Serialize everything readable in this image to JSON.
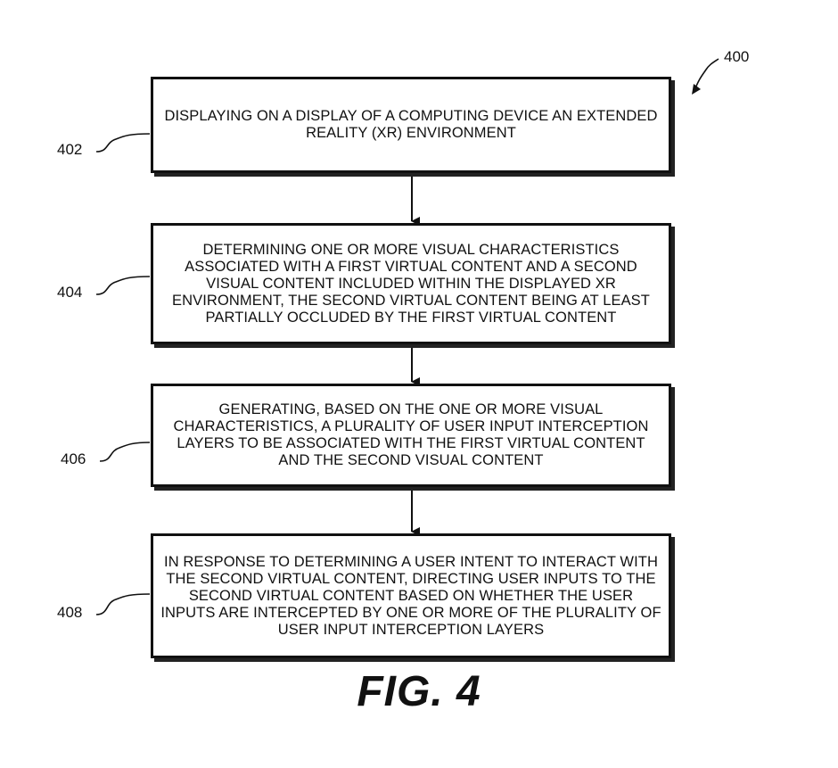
{
  "figure": {
    "reference": "400",
    "label": "FIG. 4"
  },
  "steps": [
    {
      "ref": "402",
      "text": "DISPLAYING ON A DISPLAY OF A COMPUTING DEVICE AN EXTENDED REALITY (XR) ENVIRONMENT"
    },
    {
      "ref": "404",
      "text": "DETERMINING ONE OR MORE VISUAL CHARACTERISTICS ASSOCIATED WITH A FIRST VIRTUAL CONTENT AND A SECOND VISUAL CONTENT INCLUDED WITHIN THE DISPLAYED XR ENVIRONMENT, THE SECOND VIRTUAL CONTENT BEING AT LEAST PARTIALLY OCCLUDED BY THE FIRST VIRTUAL CONTENT"
    },
    {
      "ref": "406",
      "text": "GENERATING, BASED ON THE ONE OR MORE VISUAL CHARACTERISTICS, A PLURALITY OF USER INPUT INTERCEPTION LAYERS TO BE ASSOCIATED WITH THE FIRST VIRTUAL CONTENT AND THE SECOND VISUAL CONTENT"
    },
    {
      "ref": "408",
      "text": "IN RESPONSE TO DETERMINING A USER INTENT TO INTERACT WITH THE SECOND VIRTUAL CONTENT, DIRECTING USER INPUTS TO THE SECOND VIRTUAL CONTENT BASED ON WHETHER THE USER INPUTS ARE INTERCEPTED BY ONE OR MORE OF THE PLURALITY OF USER INPUT INTERCEPTION LAYERS"
    }
  ]
}
